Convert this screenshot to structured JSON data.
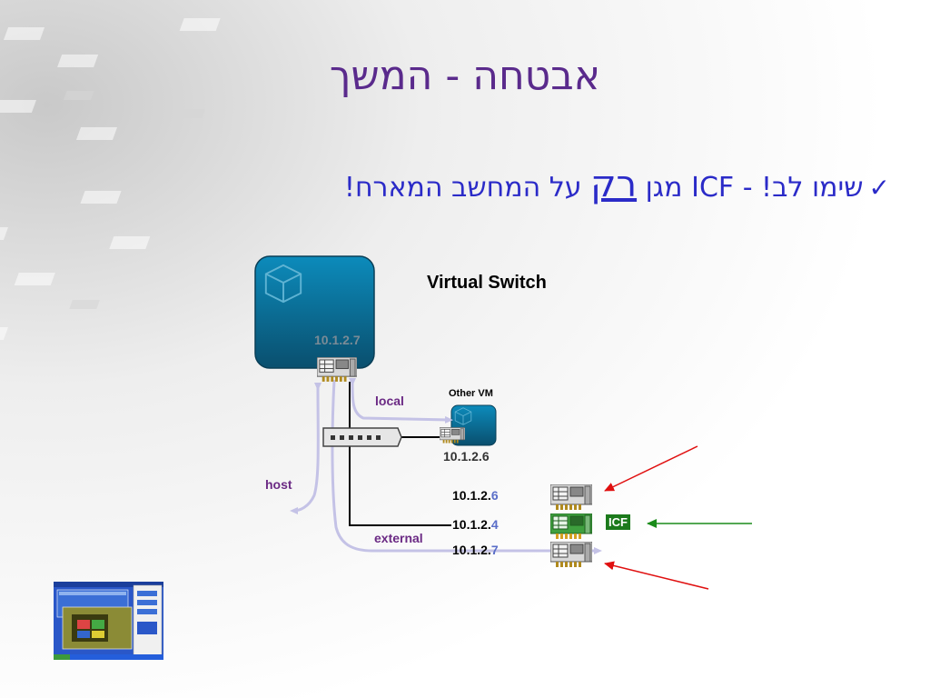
{
  "slide": {
    "title": "אבטחה - המשך",
    "bullet": {
      "check_icon": "checkmark-icon",
      "before": "שימו לב! - ICF מגן ",
      "emphasis": "רק",
      "after": " על המחשב המארח!"
    }
  },
  "diagram": {
    "virtual_switch_label": "Virtual Switch",
    "host_vm_ip": "10.1.2.7",
    "other_vm_label": "Other VM",
    "other_vm_ip": "10.1.2.6",
    "link_labels": {
      "local": "local",
      "host": "host",
      "external": "external"
    },
    "host_nics": [
      {
        "prefix": "10.1.2.",
        "octet": "6"
      },
      {
        "prefix": "10.1.2.",
        "octet": "4"
      },
      {
        "prefix": "10.1.2.",
        "octet": "7"
      }
    ],
    "icf_label": "ICF",
    "icons": [
      "cube-icon",
      "network-card-icon",
      "network-hub-icon",
      "virtual-pc-screenshot"
    ],
    "colors": {
      "vm_box": "#0d6e93",
      "wire": "#000000",
      "traffic_arrow": "#c4c2e6",
      "red_arrow": "#e01010",
      "green_arrow": "#1a8c1a",
      "icf_badge": "#1c7a1c",
      "title": "#5a2a8c",
      "bullet": "#2b2bc8"
    }
  }
}
